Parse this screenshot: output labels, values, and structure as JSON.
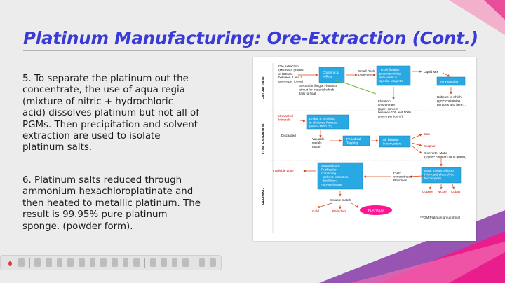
{
  "slide": {
    "title": "Platinum Manufacturing: Ore-Extraction (Cont.)",
    "para1_lines": [
      "5.  To separate the platinum out the",
      "concentrate, the use of aqua regia",
      "(mixture of nitric + hydrochloric",
      "acid) dissolves platinum but not all of",
      "PGMs. Then precipitation and solvent",
      "extraction are used to isolate",
      "platinum salts."
    ],
    "para2_lines": [
      "6.  Platinum salts reduced through",
      "ammonium hexachloroplatinate and",
      "then heated to metallic platinum. The",
      "result is 99.95% pure platinum",
      "sponge. (powder form)."
    ]
  },
  "diagram": {
    "sections": [
      "EXTRACTION",
      "CONCENTRATION",
      "REFINING"
    ],
    "ore_extraction": [
      "Ore extraction",
      "(Mill-head grades",
      "of BIC are",
      "between 4 and 7",
      "grams per tonne)"
    ],
    "crushing": [
      "Crushing &",
      "Milling"
    ],
    "small_rock": [
      "Small Rock",
      "Particles"
    ],
    "froth": [
      "\"Froth flotation\"",
      "process mixing",
      "with water &",
      "special reagents"
    ],
    "liquid_mix": "Liquid Mix",
    "air_pumping": "Air Pumping",
    "second_milling": [
      "Second milling & Flotation",
      "circuit for material which",
      "fails to float"
    ],
    "bubbles": [
      "Bubbles to which",
      "pgm* containing",
      "particles and here…"
    ],
    "flotation_conc": [
      "Flotation",
      "concentrate",
      "(pgm* content",
      "between 100 and 1000",
      "grams per tonne)"
    ],
    "unwanted": [
      "Unwanted",
      "Minerals"
    ],
    "discarded": "Discarded",
    "drying": [
      "Drying & Smelting",
      "in electrical furnace",
      "(temp=1500 °C)"
    ],
    "valuable": [
      "Valuable",
      "metals",
      "matte"
    ],
    "periodical": [
      "Periodical",
      "Tapping"
    ],
    "air_blowing": [
      "Air blowing",
      "in converters"
    ],
    "iron": "Iron",
    "sulphur": "Sulphur",
    "converter_matte": [
      "Converter Matte",
      "(Pgms* content=1400 grams)"
    ],
    "insoluble": "Insoluble pgm*",
    "separation": [
      "Separation &",
      "Purification",
      "combining",
      "- solvent extraction",
      "-distillation",
      "-Ion-exchange"
    ],
    "pgm_conc": [
      "Pgm*",
      "concentrated",
      "Residues"
    ],
    "base_metals": [
      "Base metals refining",
      "(standard electrolytic",
      "techniques)"
    ],
    "soluble": "Soluble metals",
    "gold": "Gold",
    "palladium": "Palladium",
    "platinum": "PLATINUM",
    "copper": "Copper",
    "nickel": "Nickel",
    "cobalt": "Cobalt",
    "footnote": "*PGM:Platinum group metal"
  },
  "colors": {
    "title": "#3a3ad6",
    "box": "#29a9e3",
    "platinum_ellipse": "#ff1493",
    "arrow": "#d84315",
    "accent_red": "#cc0000"
  },
  "toolbar": {
    "icons": [
      "record-icon",
      "pause-icon",
      "pen-icon",
      "highlighter-icon",
      "eraser-icon",
      "zoom-icon",
      "arrow-icon",
      "line-icon",
      "rect-icon",
      "ellipse-icon",
      "text-icon",
      "color-icon",
      "undo-icon",
      "redo-icon",
      "clear-icon",
      "settings-icon",
      "camera-icon",
      "close-icon"
    ]
  }
}
